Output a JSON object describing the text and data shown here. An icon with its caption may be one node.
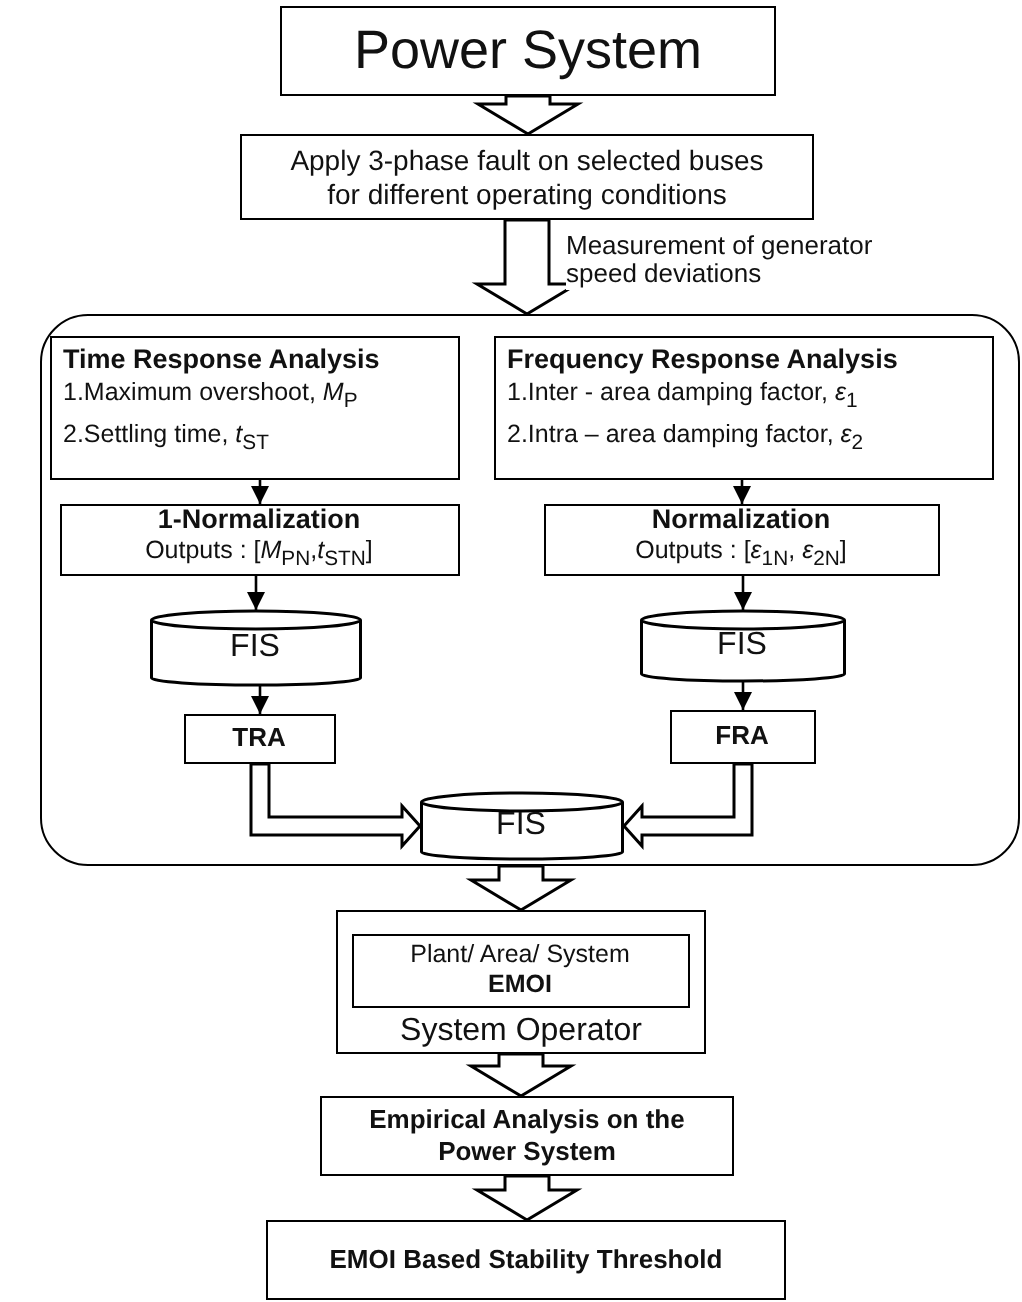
{
  "diagram": {
    "nodes": [
      {
        "text": [
          "Power System"
        ]
      },
      {
        "text": [
          "Apply 3-phase fault on selected buses for different operating conditions"
        ]
      },
      {
        "text": [],
        "shape": "box"
      },
      {
        "text": [
          "Time Response Analysis",
          "1.Maximum overshoot, *M*$_{P}$",
          "2.Settling time, *t*$_{ST}$"
        ],
        "in": 2
      },
      {
        "text": [
          "Frequency Response Analysis",
          "1.Inter - area damping factor, *ε*$_{1}$",
          "2.Intra – area damping factor, *ε*$_{2}$"
        ],
        "in": 2
      },
      {
        "text": [
          "1-Normalization",
          "Outputs : [*M*$_{PN}$,*t*$_{STN}$]"
        ],
        "in": 2
      },
      {
        "text": [
          "Normalization",
          "Outputs : [*ε*$_{1N}$, *ε*$_{2N}$]"
        ],
        "in": 2
      },
      {
        "text": [
          "FIS"
        ],
        "in": 2
      },
      {
        "text": [
          "FIS"
        ],
        "in": 2
      },
      {
        "text": [
          "TRA"
        ],
        "in": 2
      },
      {
        "text": [
          "FRA"
        ],
        "in": 2
      },
      {
        "text": [
          "FIS"
        ],
        "in": 2
      },
      {
        "text": [
          "System Operator"
        ]
      },
      {
        "text": [
          "Plant/ Area/ System",
          "EMOI"
        ],
        "in": 12
      },
      {
        "text": [
          "Empirical Analysis on the Power System"
        ]
      },
      {
        "text": [
          "EMOI Based Stability Threshold"
        ]
      }
    ],
    "edges": [
      {
        "from": 0,
        "to": 1,
        "arrow": "to",
        "style": "thick"
      },
      {
        "from": 1,
        "to": 2,
        "arrow": "to",
        "style": "thick",
        "label": "Measurement of generator speed deviations"
      },
      {
        "from": 3,
        "to": 5,
        "arrow": "to"
      },
      {
        "from": 4,
        "to": 6,
        "arrow": "to"
      },
      {
        "from": 5,
        "to": 7,
        "arrow": "to"
      },
      {
        "from": 6,
        "to": 8,
        "arrow": "to"
      },
      {
        "from": 7,
        "to": 9,
        "arrow": "to"
      },
      {
        "from": 8,
        "to": 10,
        "arrow": "to"
      },
      {
        "from": 9,
        "to": 11,
        "arrow": "to",
        "style": "thick"
      },
      {
        "from": 10,
        "to": 11,
        "arrow": "to",
        "style": "thick"
      },
      {
        "from": 2,
        "to": 12,
        "arrow": "to",
        "style": "thick"
      },
      {
        "from": 12,
        "to": 14,
        "arrow": "to",
        "style": "thick"
      },
      {
        "from": 14,
        "to": 15,
        "arrow": "to",
        "style": "thick"
      }
    ]
  }
}
